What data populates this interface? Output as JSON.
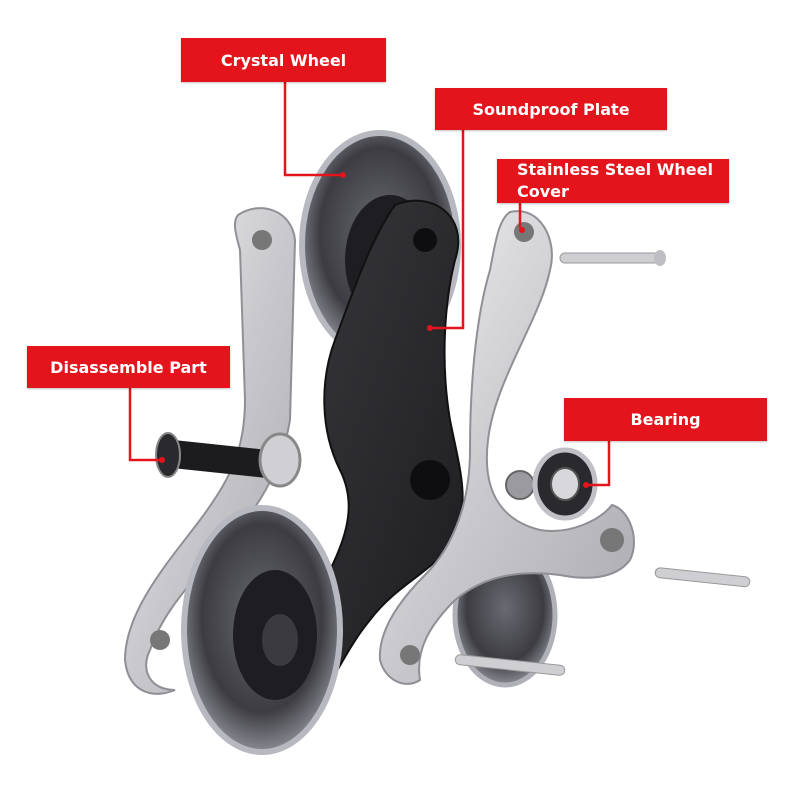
{
  "labels": {
    "crystal_wheel": "Crystal Wheel",
    "soundproof_plate": "Soundproof Plate",
    "stainless_steel_line1": "Stainless Steel Wheel",
    "stainless_steel_line2": "Cover",
    "disassemble_part": "Disassemble Part",
    "bearing": "Bearing"
  },
  "colors": {
    "callout_red": "#e3141b",
    "leader_red": "#e3141b",
    "plate_dark": "#2b2b2e",
    "steel": "#d9d9dc",
    "wheel": "#4a4a50"
  }
}
